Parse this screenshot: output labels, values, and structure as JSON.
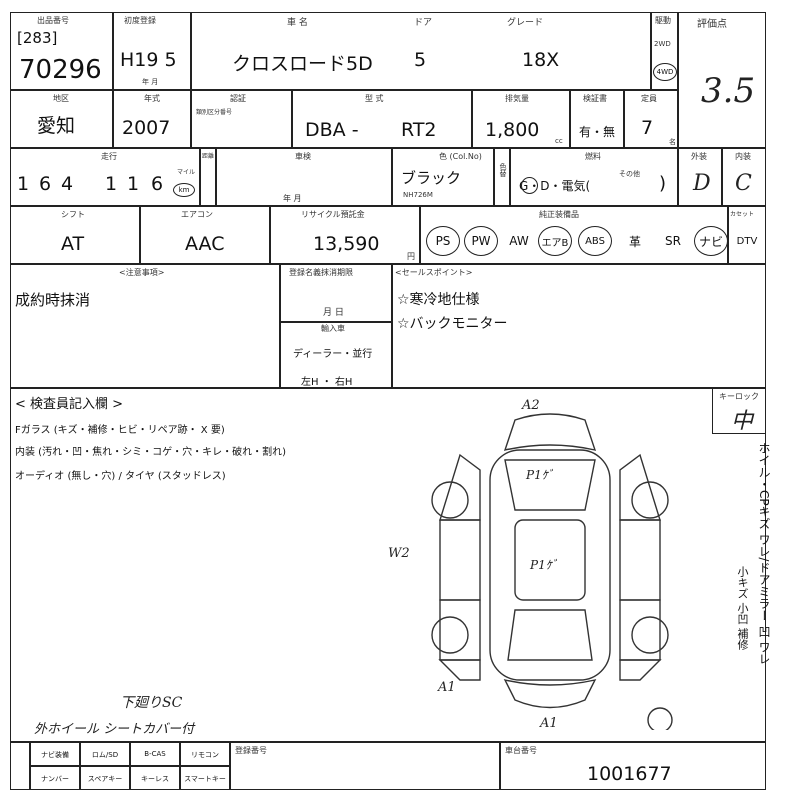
{
  "labels": {
    "lot": "出品番号",
    "first_reg": "初度登録",
    "car_name": "車 名",
    "door": "ドア",
    "grade": "グレード",
    "drive": "駆動",
    "score": "評価点",
    "area": "地区",
    "year": "年式",
    "cert": "認証",
    "model": "型 式",
    "displacement": "排気量",
    "inspection": "検証書",
    "capacity": "定員",
    "mileage": "走行",
    "mileage_unit": "マイル",
    "kyori": "距離",
    "inspect_date": "車検",
    "color": "色 (Col.No)",
    "fuel": "燃料",
    "exterior": "外装",
    "interior": "内装",
    "shift": "シフト",
    "aircon": "エアコン",
    "recycle": "リサイクル預託金",
    "equipment": "純正装備品",
    "cassette": "カセット",
    "notes": "<注意事項>",
    "reg_deadline": "登録名義抹消期限",
    "import": "輸入車",
    "sales": "<セールスポイント>",
    "inspector": "< 検査員記入欄 >",
    "keylock": "キーロック",
    "regno": "登録番号",
    "chassis": "車台番号"
  },
  "lot_prefix": "[283]",
  "lot_number": "70296",
  "first_reg": "H19 5",
  "first_reg_unit": "年 月",
  "car_name": "クロスロード5D",
  "doors": "5",
  "grade": "18X",
  "drive": {
    "twowd": "2WD",
    "fourwd": "4WD"
  },
  "score": "3.5",
  "area": "愛知",
  "year": "2007",
  "cert_sub": "類別区分番号",
  "model_prefix": "DBA -",
  "model_code": "RT2",
  "displacement": "1,800",
  "displacement_unit": "cc",
  "inspection": "有・無",
  "capacity": "7",
  "capacity_unit": "名",
  "mileage_digits": [
    "1",
    "6",
    "4",
    "1",
    "1",
    "6"
  ],
  "mileage_unit_km": "km",
  "inspect_date_unit": "年 月",
  "color_name": "ブラック",
  "color_code": "NH726M",
  "color_change": "色替",
  "fuel": "G・D・電気(",
  "fuel_other": "その他",
  "fuel_close": ")",
  "exterior_grade": "D",
  "interior_grade": "C",
  "shift": "AT",
  "aircon": "AAC",
  "recycle": "13,590",
  "recycle_unit": "円",
  "equipment": [
    "PS",
    "PW",
    "AW",
    "エアB",
    "ABS",
    "革",
    "SR",
    "ナビ",
    "DTV"
  ],
  "equipment_circled": [
    true,
    true,
    false,
    true,
    true,
    false,
    false,
    true,
    false
  ],
  "notes_text": "成約時抹消",
  "reg_deadline_unit": "月 日",
  "import_text": "ディーラー・並行",
  "import_handle": "左H ・ 右H",
  "sales_points": [
    "☆寒冷地仕様",
    "☆バックモニター"
  ],
  "inspector_lines": [
    "Fガラス (キズ・補修・ヒビ・リペア跡・ X 要)",
    "内装 (汚れ・凹・焦れ・シミ・コゲ・穴・キレ・破れ・割れ)",
    "オーディオ (無し・穴) / タイヤ (スタッドレス)"
  ],
  "keylock_value": "中",
  "right_margin": "ホイル・CPキズ ワレ/ドアミラー 凹 ワレ",
  "right_margin_small": "小キズ 小凹 補修",
  "diagram_marks": {
    "front": "A2",
    "rear": "A1",
    "side": "A1",
    "left": "W2",
    "hood": "P1ｹﾞ",
    "roof": "P1ｹﾞ"
  },
  "handwritten_1": "下廻りSC",
  "handwritten_2": "外ホイール  シートカバー付",
  "bottom_grid_row1": [
    "ナビ装備",
    "ロム/SD",
    "B-CAS",
    "リモコン"
  ],
  "bottom_grid_row2": [
    "ナンバー",
    "スペアキー",
    "キーレス",
    "スマートキー"
  ],
  "chassis_number": "1001677"
}
